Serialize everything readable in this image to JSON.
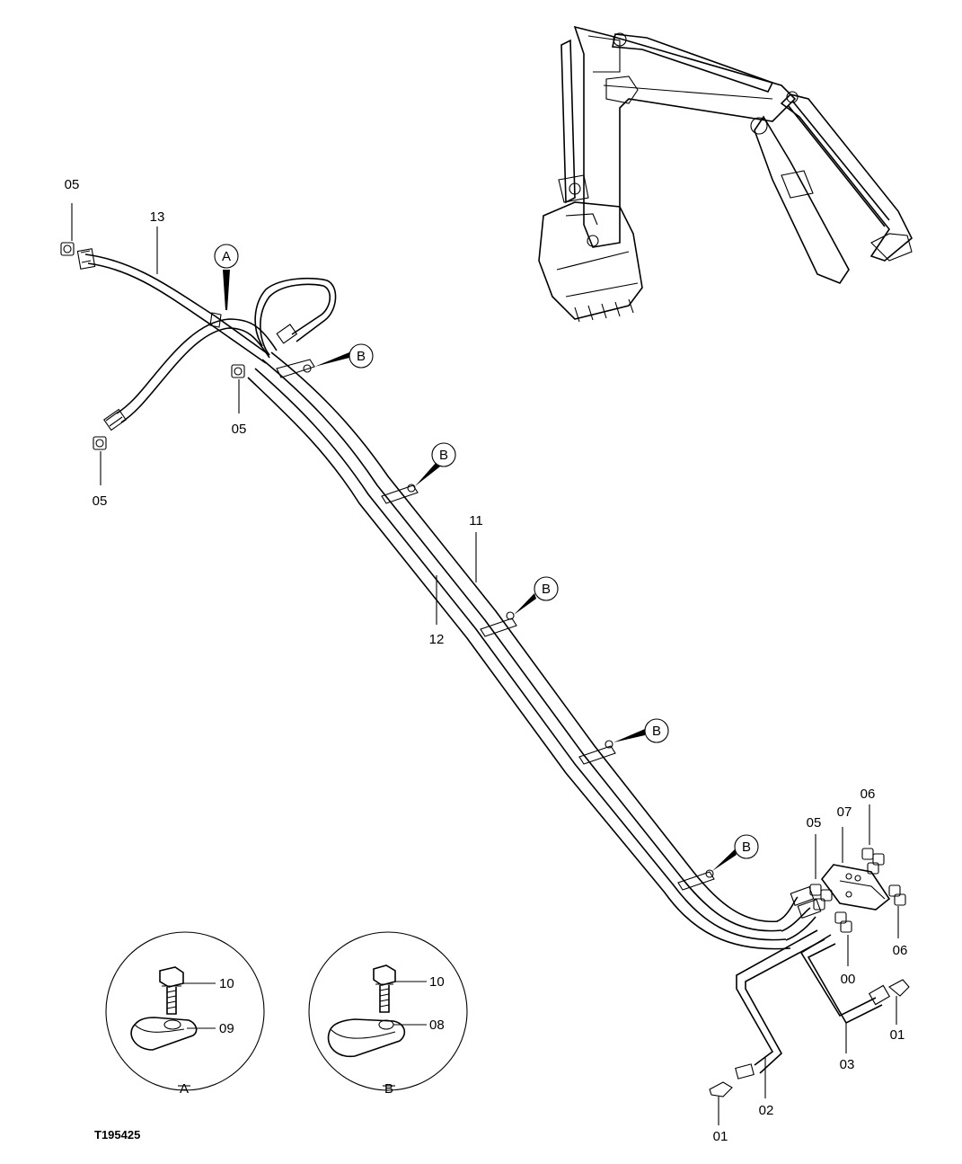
{
  "figure_code": "T195425",
  "part_labels": {
    "top_left_fitting": "05",
    "hose_13": "13",
    "mid_fitting": "05",
    "left_fitting": "05",
    "line_11": "11",
    "line_12": "12",
    "block_fitting_05": "05",
    "block_07": "07",
    "block_fitting_06_top": "06",
    "block_fitting_06_bottom": "06",
    "block_fitting_00": "00",
    "elbow_01_right": "01",
    "pipe_03": "03",
    "pipe_02": "02",
    "elbow_01_bottom": "01"
  },
  "callouts": {
    "clamp_a": "A",
    "clamp_b1": "B",
    "clamp_b2": "B",
    "clamp_b3": "B",
    "clamp_b4": "B",
    "clamp_b5": "B"
  },
  "detail_a": {
    "bolt_label": "10",
    "clamp_label": "09",
    "caption": "A"
  },
  "detail_b": {
    "bolt_label": "10",
    "clamp_label": "08",
    "caption": "B"
  }
}
